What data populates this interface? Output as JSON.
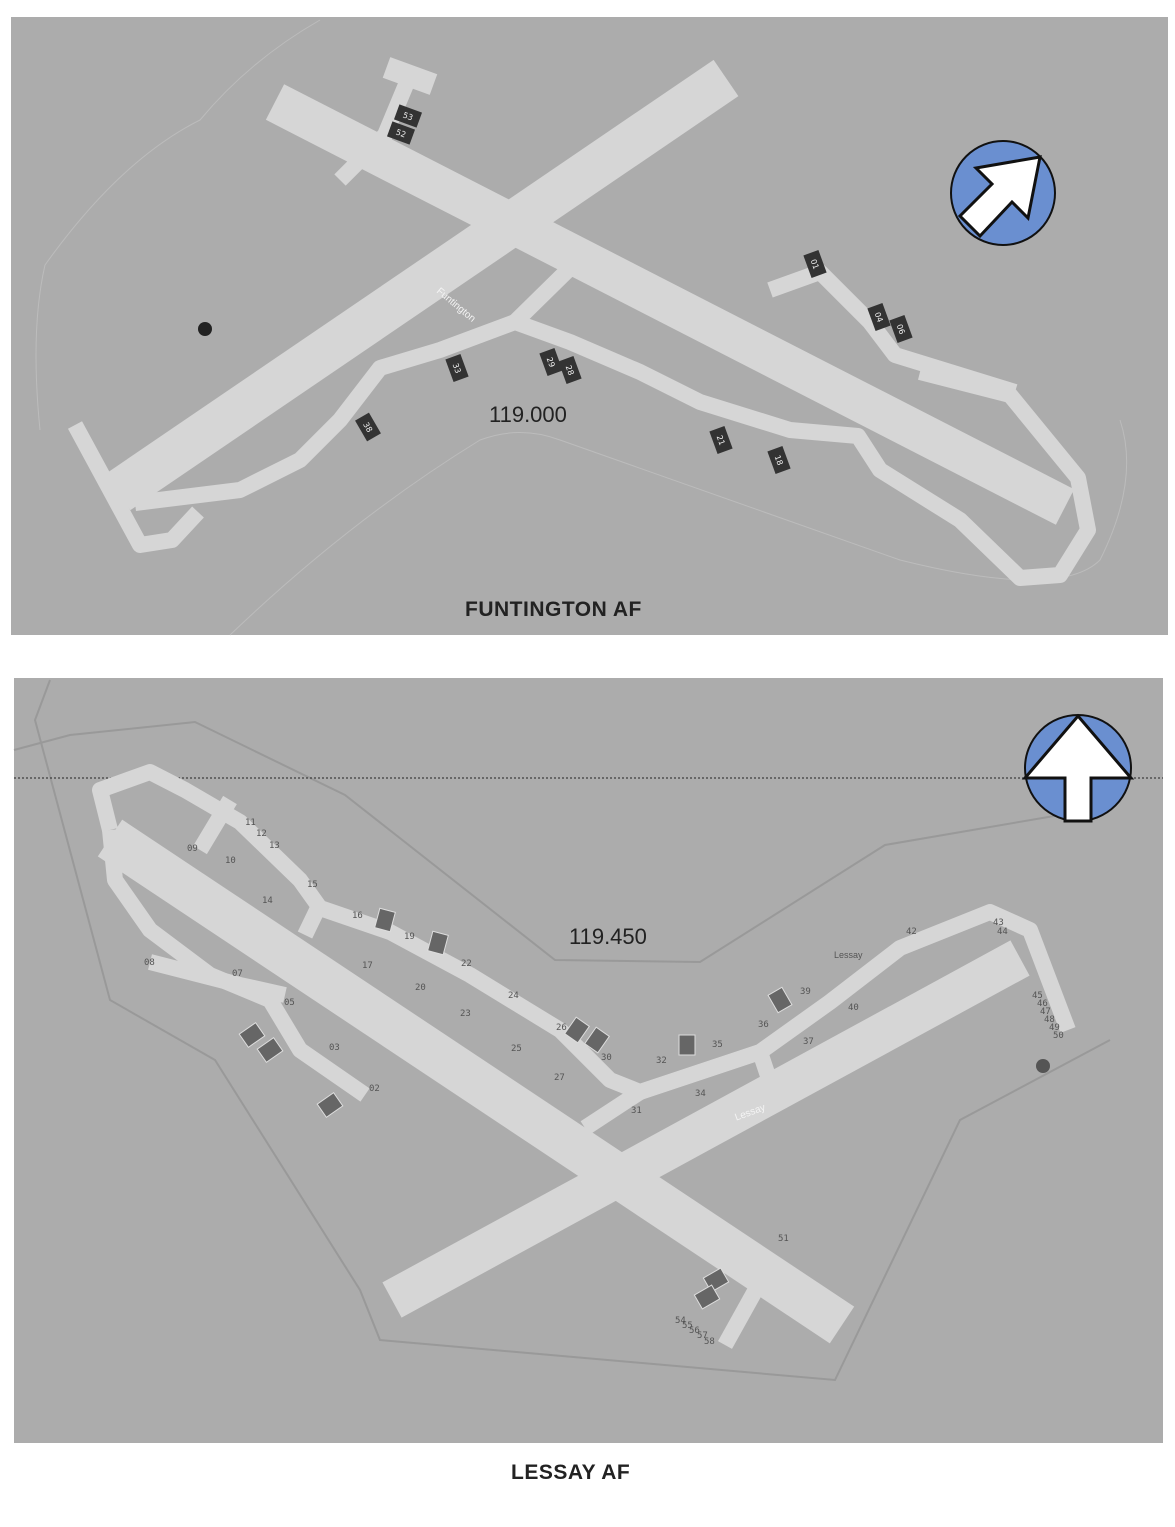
{
  "funtington": {
    "title": "FUNTINGTON AF",
    "frequency": "119.000",
    "place_label": "Funtington",
    "stands": [
      "53",
      "52",
      "01",
      "04",
      "06",
      "33",
      "29",
      "28",
      "38",
      "21",
      "18"
    ],
    "compass_icon": "north-arrow-northeast"
  },
  "lessay": {
    "title": "LESSAY AF",
    "frequency": "119.450",
    "place_labels": [
      "Lessay",
      "Lessay"
    ],
    "stands": [
      "02",
      "03",
      "05",
      "07",
      "08",
      "09",
      "10",
      "11",
      "12",
      "13",
      "14",
      "15",
      "16",
      "17",
      "19",
      "20",
      "22",
      "23",
      "24",
      "25",
      "26",
      "27",
      "30",
      "31",
      "32",
      "34",
      "35",
      "36",
      "37",
      "39",
      "40",
      "42",
      "43",
      "44",
      "45",
      "46",
      "47",
      "48",
      "49",
      "50",
      "51",
      "54",
      "55",
      "56",
      "57",
      "58"
    ],
    "compass_icon": "north-arrow-up"
  },
  "colors": {
    "ground": "#acacac",
    "pavement": "#d6d6d6",
    "compass": "#6a8fd0"
  }
}
